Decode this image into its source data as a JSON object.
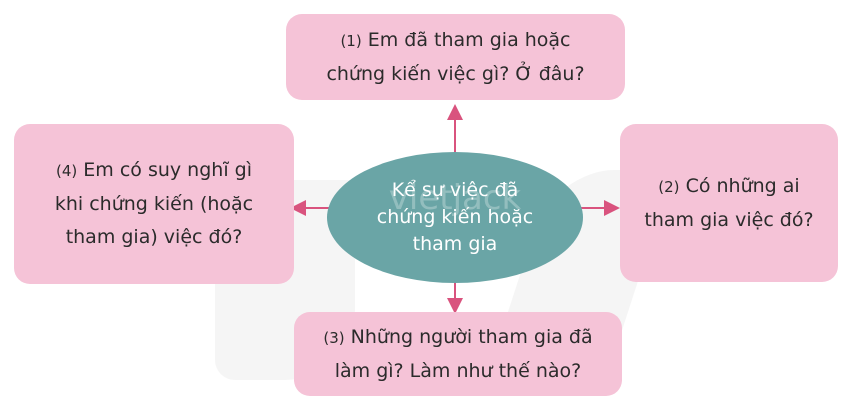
{
  "center": {
    "lines": [
      "Kể sự việc đã",
      "chứng kiến hoặc",
      "tham gia"
    ]
  },
  "watermark": "vietjack",
  "boxes": {
    "top": {
      "num": "(1)",
      "line1": "Em đã tham gia hoặc",
      "line2": "chứng kiến việc gì? Ở đâu?"
    },
    "right": {
      "num": "(2)",
      "line1": "Có những ai",
      "line2": "tham gia việc đó?"
    },
    "bottom": {
      "num": "(3)",
      "line1": "Những người tham gia đã",
      "line2": "làm gì? Làm như thế nào?"
    },
    "left": {
      "num": "(4)",
      "line1": "Em có suy nghĩ gì",
      "line2": "khi chứng kiến (hoặc",
      "line3": "tham gia) việc đó?"
    }
  },
  "colors": {
    "box_fill": "#f5c3d7",
    "center_fill": "#6aa5a6",
    "arrow": "#d9537e"
  }
}
